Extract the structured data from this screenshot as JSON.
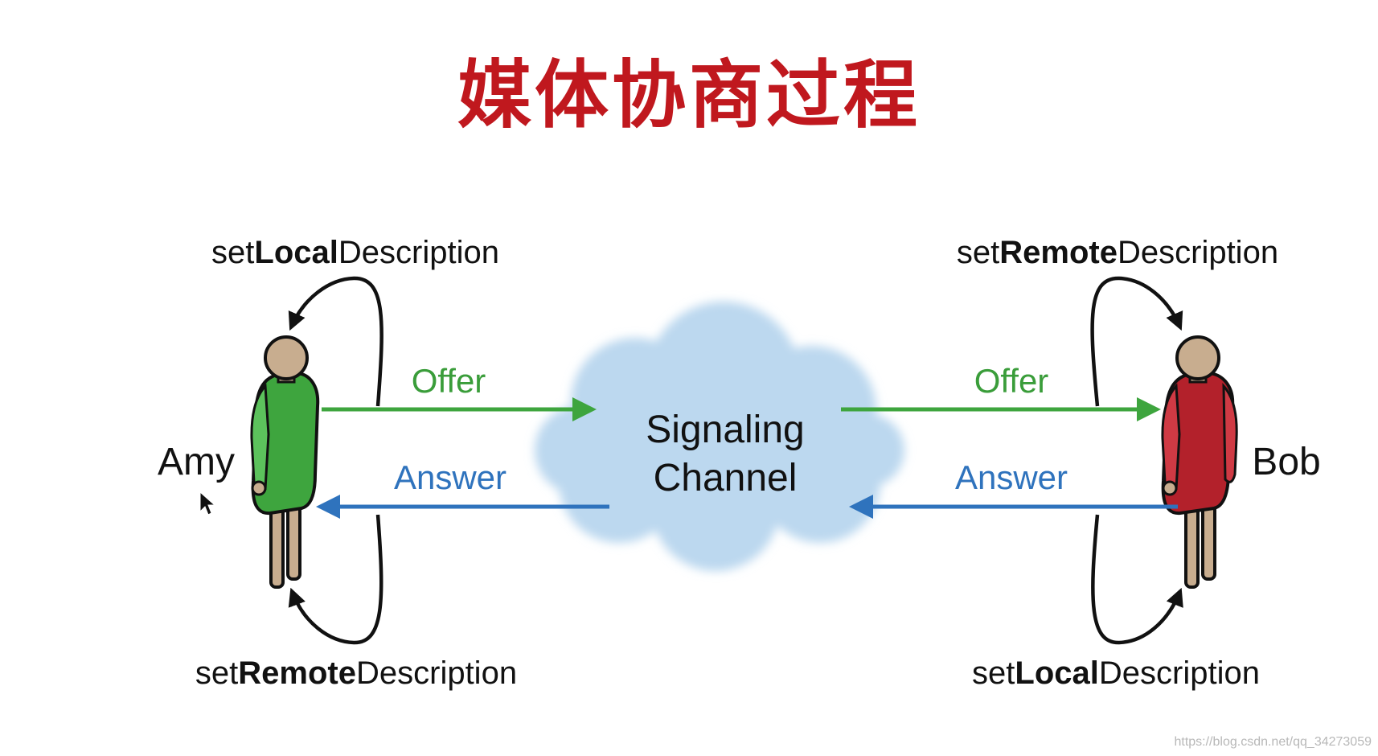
{
  "title": "媒体协商过程",
  "amy": {
    "name": "Amy",
    "top_label": {
      "pre": "set",
      "bold": "Local",
      "post": "Description"
    },
    "bottom_label": {
      "pre": "set",
      "bold": "Remote",
      "post": "Description"
    },
    "dress_color": "#3ea53e"
  },
  "bob": {
    "name": "Bob",
    "top_label": {
      "pre": "set",
      "bold": "Remote",
      "post": "Description"
    },
    "bottom_label": {
      "pre": "set",
      "bold": "Local",
      "post": "Description"
    },
    "dress_color": "#b3212b"
  },
  "channel": {
    "line1": "Signaling",
    "line2": "Channel"
  },
  "messages": {
    "offer": "Offer",
    "answer": "Answer"
  },
  "colors": {
    "title": "#c0181e",
    "offer": "#3ea53e",
    "answer": "#2f73bd",
    "cloud": "#bcd8ef",
    "skin": "#c8ad8f"
  },
  "watermark": "https://blog.csdn.net/qq_34273059"
}
